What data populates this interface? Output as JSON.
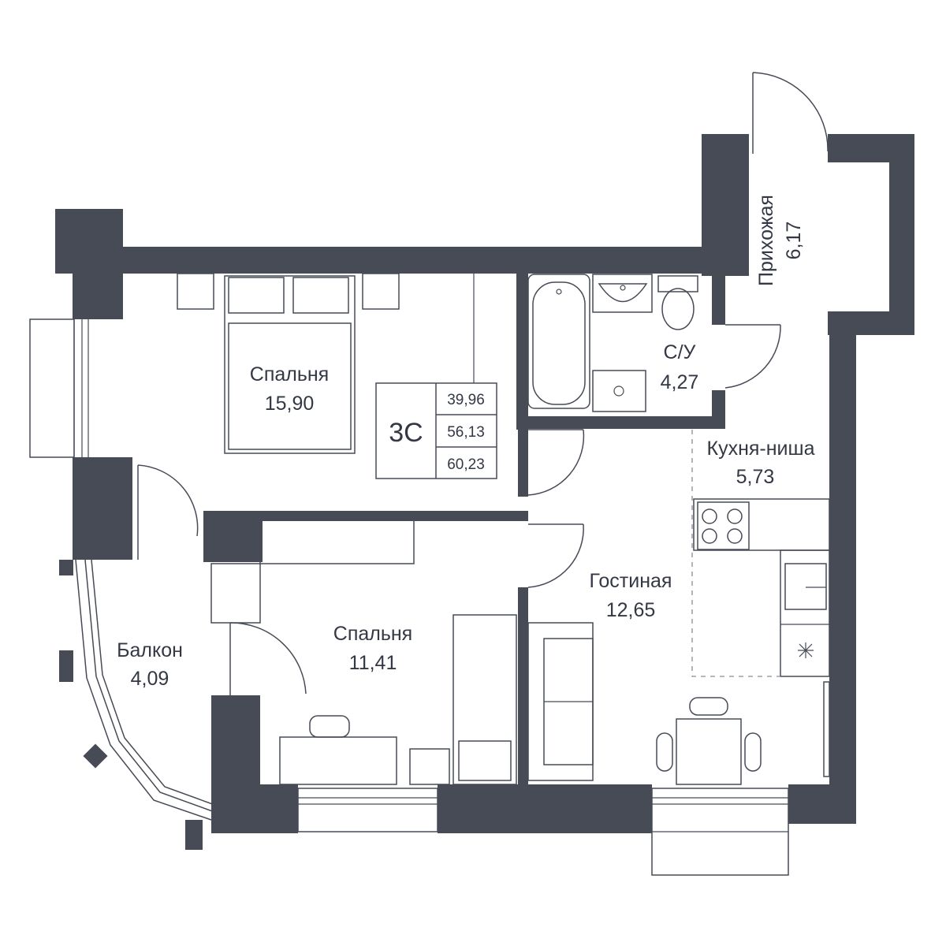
{
  "plan": {
    "type": "3C",
    "areas": [
      "39,96",
      "56,13",
      "60,23"
    ]
  },
  "rooms": {
    "bedroom_large": {
      "name": "Спальня",
      "area": "15,90"
    },
    "bathroom": {
      "name": "С/У",
      "area": "4,27"
    },
    "hallway": {
      "name": "Прихожая",
      "area": "6,17"
    },
    "kitchen_niche": {
      "name": "Кухня-ниша",
      "area": "5,73"
    },
    "living_room": {
      "name": "Гостиная",
      "area": "12,65"
    },
    "bedroom_small": {
      "name": "Спальня",
      "area": "11,41"
    },
    "balcony": {
      "name": "Балкон",
      "area": "4,09"
    }
  },
  "colors": {
    "wall": "#474b56",
    "background": "#ffffff",
    "text": "#333844"
  }
}
